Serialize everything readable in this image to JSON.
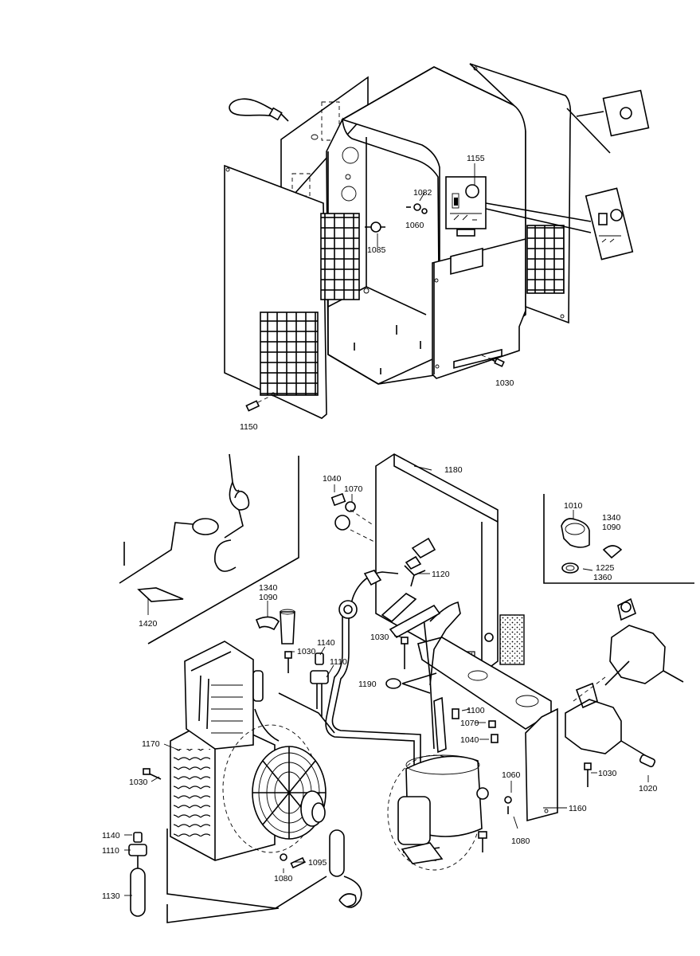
{
  "callouts": {
    "c1155": "1155",
    "c1082": "1082",
    "c1060a": "1060",
    "c1085": "1085",
    "c1030a": "1030",
    "c1150": "1150",
    "c1040a": "1040",
    "c1070a": "1070",
    "c1180": "1180",
    "c1010": "1010",
    "c1340a": "1340",
    "c1090a": "1090",
    "c1225": "1225",
    "c1360": "1360",
    "c1120": "1120",
    "c1340b": "1340",
    "c1090b": "1090",
    "c1420": "1420",
    "c1030b": "1030",
    "c1140a": "1140",
    "c1110a": "1110",
    "c1030c": "1030",
    "c1190": "1190",
    "c1100": "1100",
    "c1070b": "1070",
    "c1040b": "1040",
    "c1170": "1170",
    "c1030d": "1030",
    "c1060b": "1060",
    "c1030e": "1030",
    "c1020": "1020",
    "c1160": "1160",
    "c1080a": "1080",
    "c1140b": "1140",
    "c1110b": "1110",
    "c1095": "1095",
    "c1080b": "1080",
    "c1130": "1130"
  }
}
